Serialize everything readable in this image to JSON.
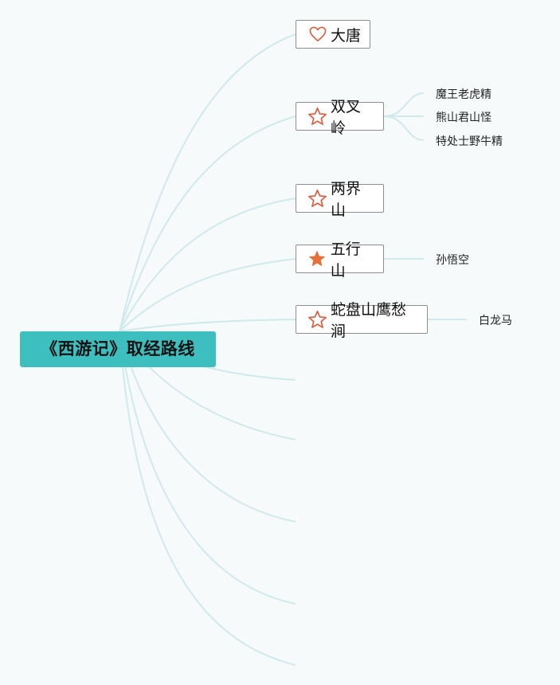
{
  "root": {
    "label": "《西游记》取经路线"
  },
  "nodes": [
    {
      "label": "大唐",
      "icon": "heart-outline-icon"
    },
    {
      "label": "双叉岭",
      "icon": "star-outline-icon"
    },
    {
      "label": "两界山",
      "icon": "star-outline-icon"
    },
    {
      "label": "五行山",
      "icon": "star-filled-icon"
    },
    {
      "label": "蛇盘山鹰愁涧",
      "icon": "star-outline-icon"
    }
  ],
  "leaves": {
    "shuangchaling": [
      "魔王老虎精",
      "熊山君山怪",
      "特处士野牛精"
    ],
    "wuxingshan": [
      "孙悟空"
    ],
    "shepanshan": [
      "白龙马"
    ]
  },
  "colors": {
    "background": "#f6fafb",
    "root_fill": "#3dbfbf",
    "link": "#cfe9ec",
    "icon_red": "#e05a3a",
    "icon_orange": "#e6703a",
    "node_border": "#8e8e8e"
  }
}
